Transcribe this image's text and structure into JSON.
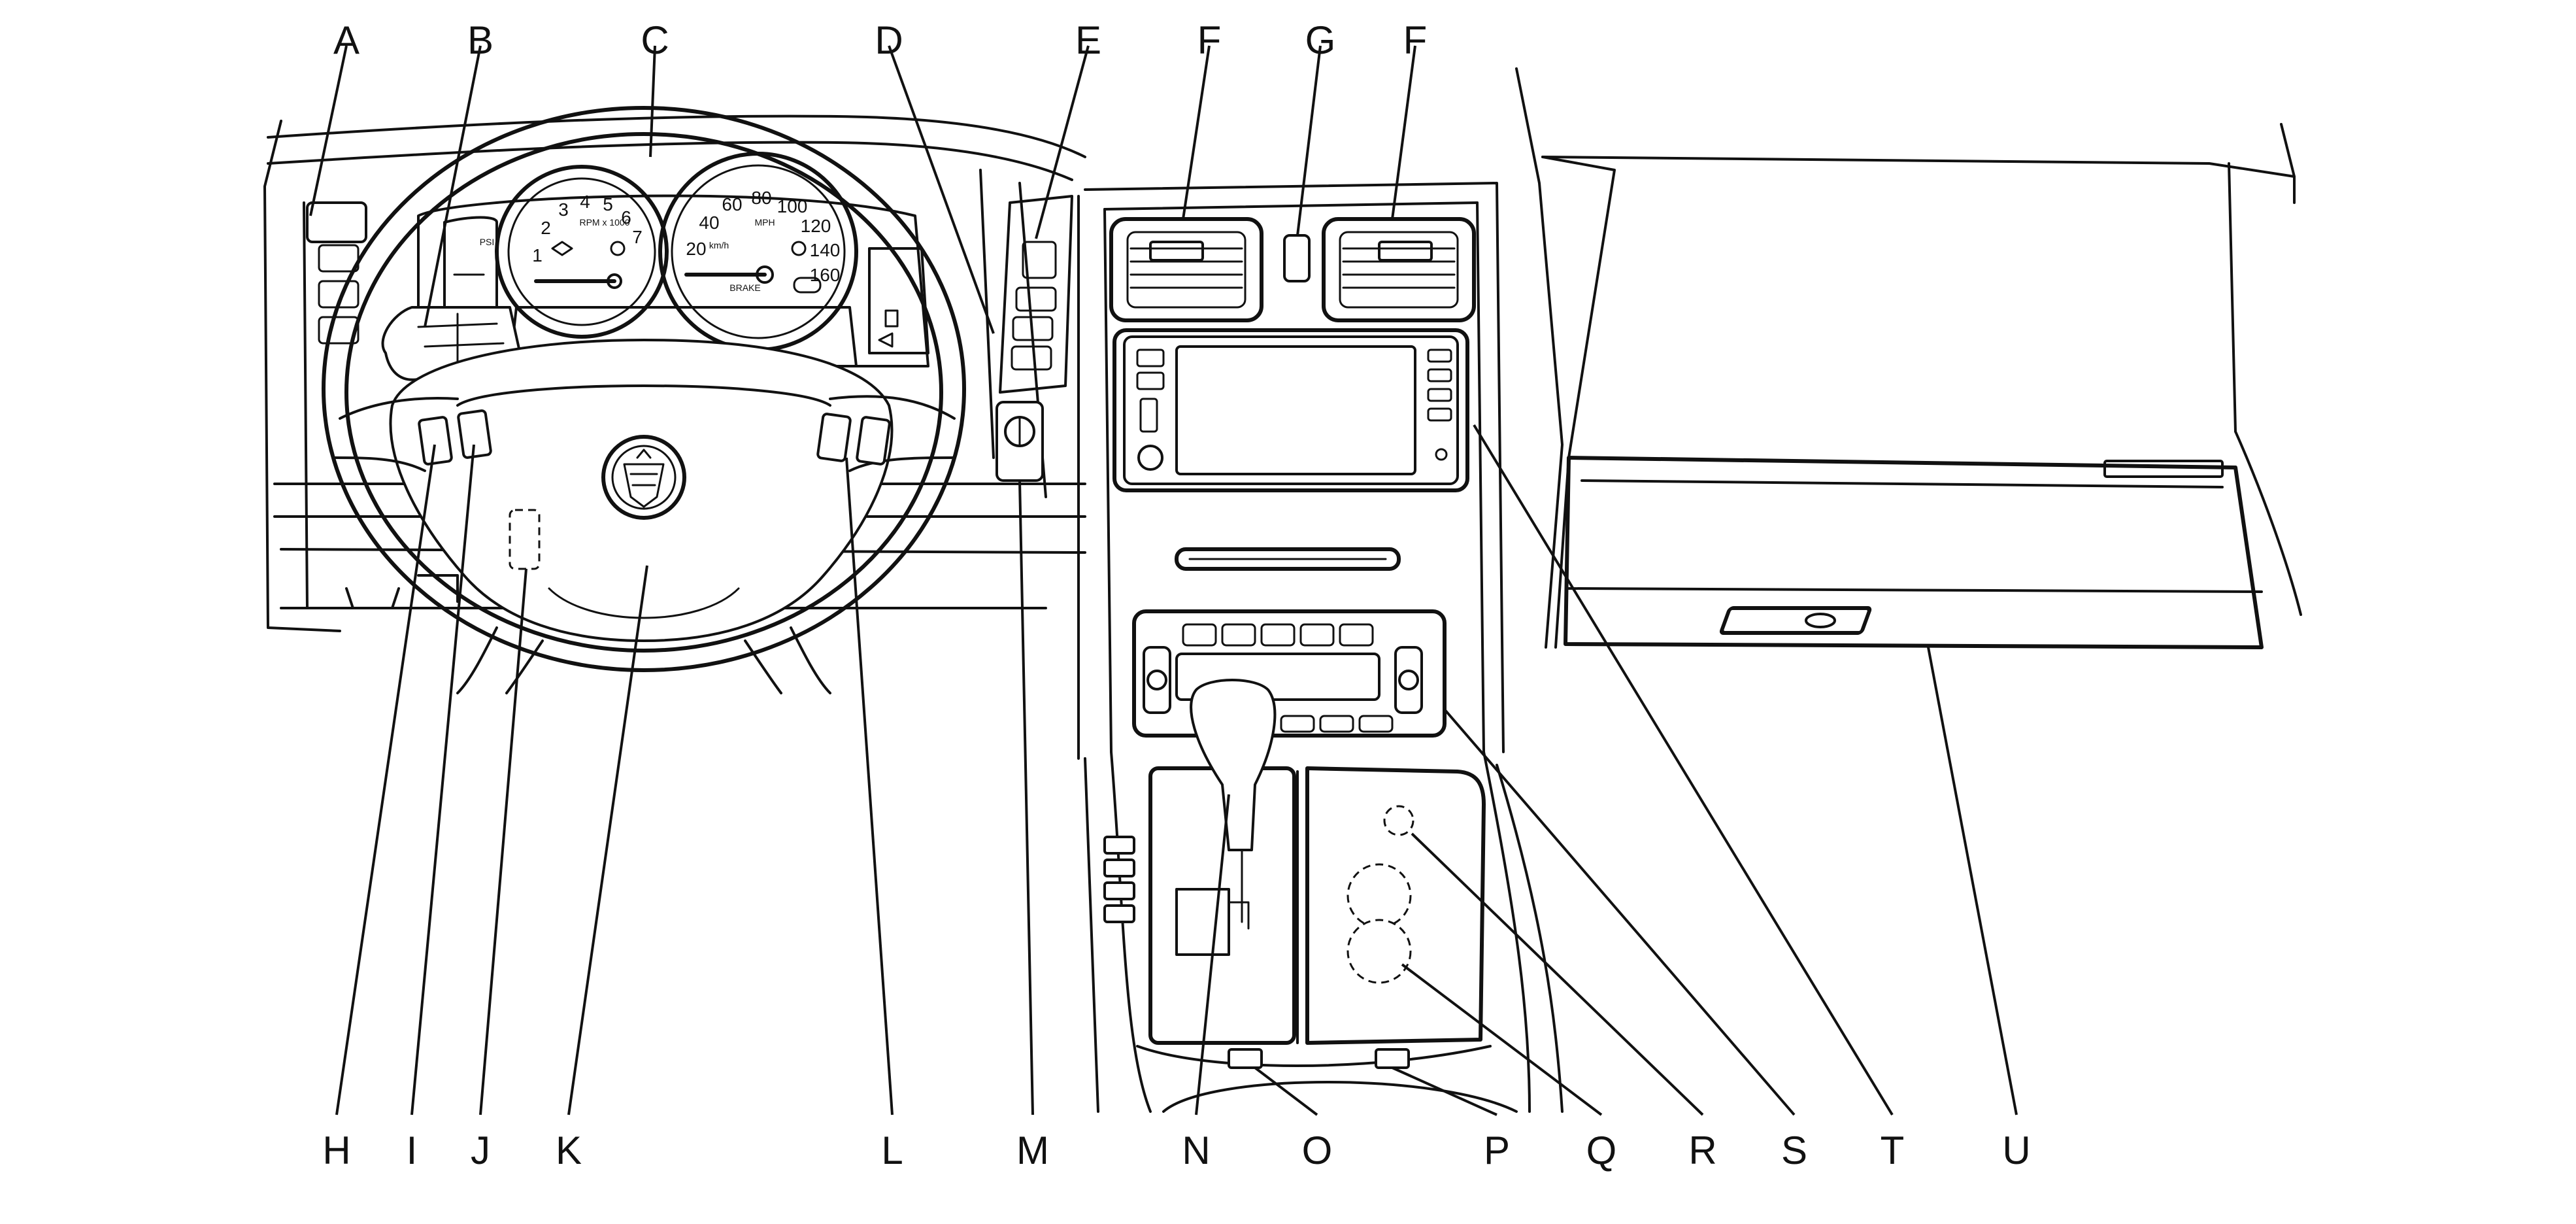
{
  "callouts_top": [
    "A",
    "B",
    "C",
    "D",
    "E",
    "F",
    "G",
    "F"
  ],
  "callouts_bottom": [
    "H",
    "I",
    "J",
    "K",
    "L",
    "M",
    "N",
    "O",
    "P",
    "Q",
    "R",
    "S",
    "T",
    "U"
  ],
  "tachometer": {
    "numbers": [
      "1",
      "2",
      "3",
      "4",
      "5",
      "6",
      "7"
    ],
    "unit": "RPM x 1000"
  },
  "speedometer": {
    "numbers": [
      "20",
      "40",
      "60",
      "80",
      "100",
      "120",
      "140",
      "160"
    ],
    "unit_primary": "MPH",
    "unit_secondary": "km/h",
    "brake_label": "BRAKE"
  },
  "pressure_label": "PSI"
}
